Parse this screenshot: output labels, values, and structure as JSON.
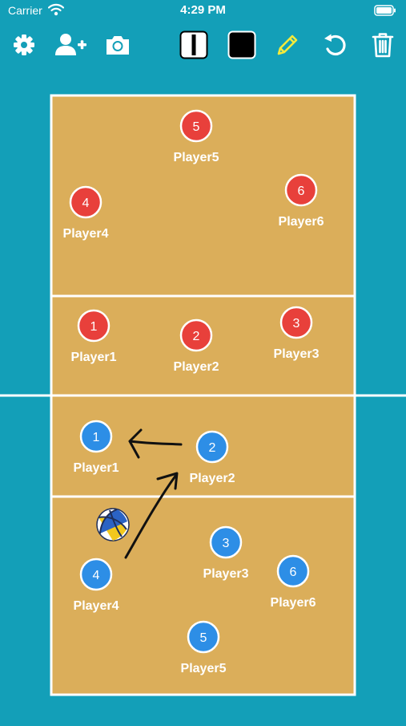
{
  "status_bar": {
    "carrier": "Carrier",
    "time": "4:29 PM"
  },
  "toolbar": {
    "icons": [
      "gear-icon",
      "add-user-icon",
      "camera-icon",
      "line-width-icon",
      "color-swatch-icon",
      "pencil-icon",
      "undo-icon",
      "trash-icon"
    ]
  },
  "colors": {
    "background": "#139fb8",
    "court": "#dbae5a",
    "team_red": "#e8403b",
    "team_blue": "#2d8ee6",
    "lines": "#ffffff",
    "pencil": "#f3ea3c",
    "drawing": "#111111"
  },
  "teams": [
    {
      "color": "red",
      "players": [
        {
          "number": "5",
          "name": "Player5"
        },
        {
          "number": "4",
          "name": "Player4"
        },
        {
          "number": "6",
          "name": "Player6"
        },
        {
          "number": "1",
          "name": "Player1"
        },
        {
          "number": "2",
          "name": "Player2"
        },
        {
          "number": "3",
          "name": "Player3"
        }
      ]
    },
    {
      "color": "blue",
      "players": [
        {
          "number": "1",
          "name": "Player1"
        },
        {
          "number": "2",
          "name": "Player2"
        },
        {
          "number": "3",
          "name": "Player3"
        },
        {
          "number": "4",
          "name": "Player4"
        },
        {
          "number": "6",
          "name": "Player6"
        },
        {
          "number": "5",
          "name": "Player5"
        }
      ]
    }
  ]
}
